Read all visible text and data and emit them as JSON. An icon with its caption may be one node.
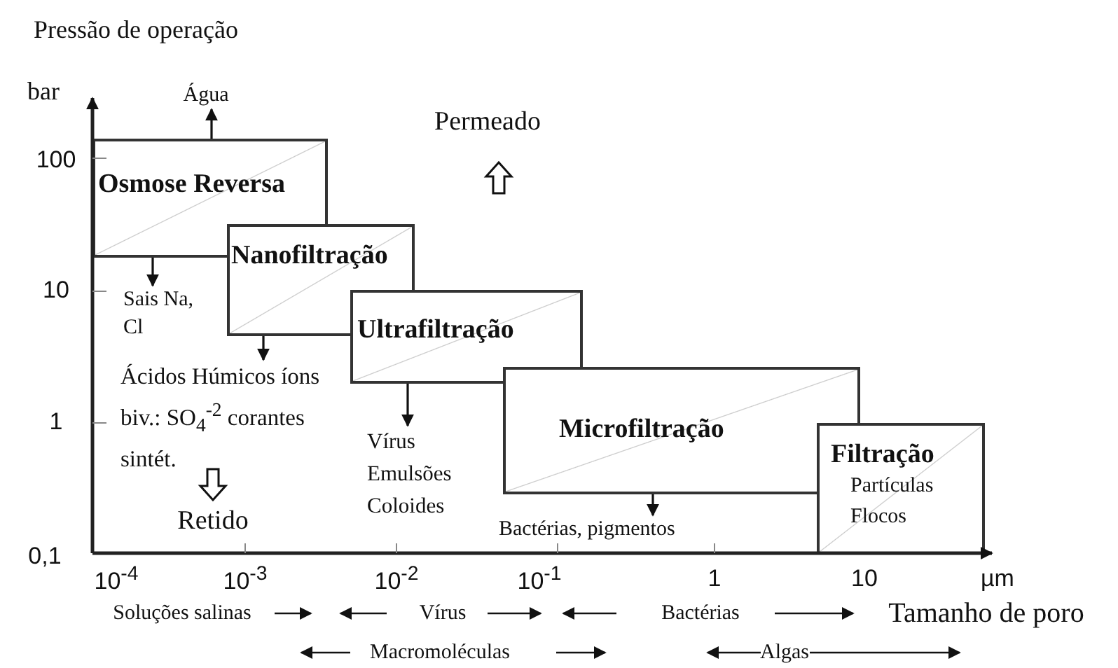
{
  "diagram": {
    "nodes": [
      {
        "text": [
          "Osmose Reversa"
        ]
      },
      {
        "text": [
          "Nanofiltração"
        ]
      },
      {
        "text": [
          "Ultrafiltração"
        ]
      },
      {
        "text": [
          "Microfiltração"
        ]
      },
      {
        "text": [
          "Filtração",
          "Partículas Flocos"
        ]
      },
      {
        "text": [
          "Água"
        ]
      },
      {
        "text": [
          "Sais Na, Cl"
        ]
      },
      {
        "text": [
          "Ácidos Húmicos íons biv.: SO$_{4}$$^{-2}$ corantes sintét."
        ]
      },
      {
        "text": [
          "Vírus Emulsões Coloides"
        ]
      },
      {
        "text": [
          "Bactérias, pigmentos"
        ]
      }
    ],
    "edges": [
      {
        "from": 0,
        "to": 5,
        "arrow": "to"
      },
      {
        "from": 0,
        "to": 6,
        "arrow": "to"
      },
      {
        "from": 1,
        "to": 7,
        "arrow": "to"
      },
      {
        "from": 2,
        "to": 8,
        "arrow": "to"
      },
      {
        "from": 3,
        "to": 9,
        "arrow": "to"
      }
    ],
    "labels": [
      "Pressão de operação",
      "bar",
      "Permeado",
      "100",
      "10",
      "1",
      "0,1",
      "Retido",
      "10$^{-4}$",
      "10$^{-3}$",
      "10$^{-2}$",
      "10$^{-1}$",
      "1",
      "10",
      "µm",
      "Soluções salinas",
      "Vírus",
      "Bactérias",
      "Tamanho de poro",
      "Macromoléculas",
      "Algas"
    ]
  }
}
